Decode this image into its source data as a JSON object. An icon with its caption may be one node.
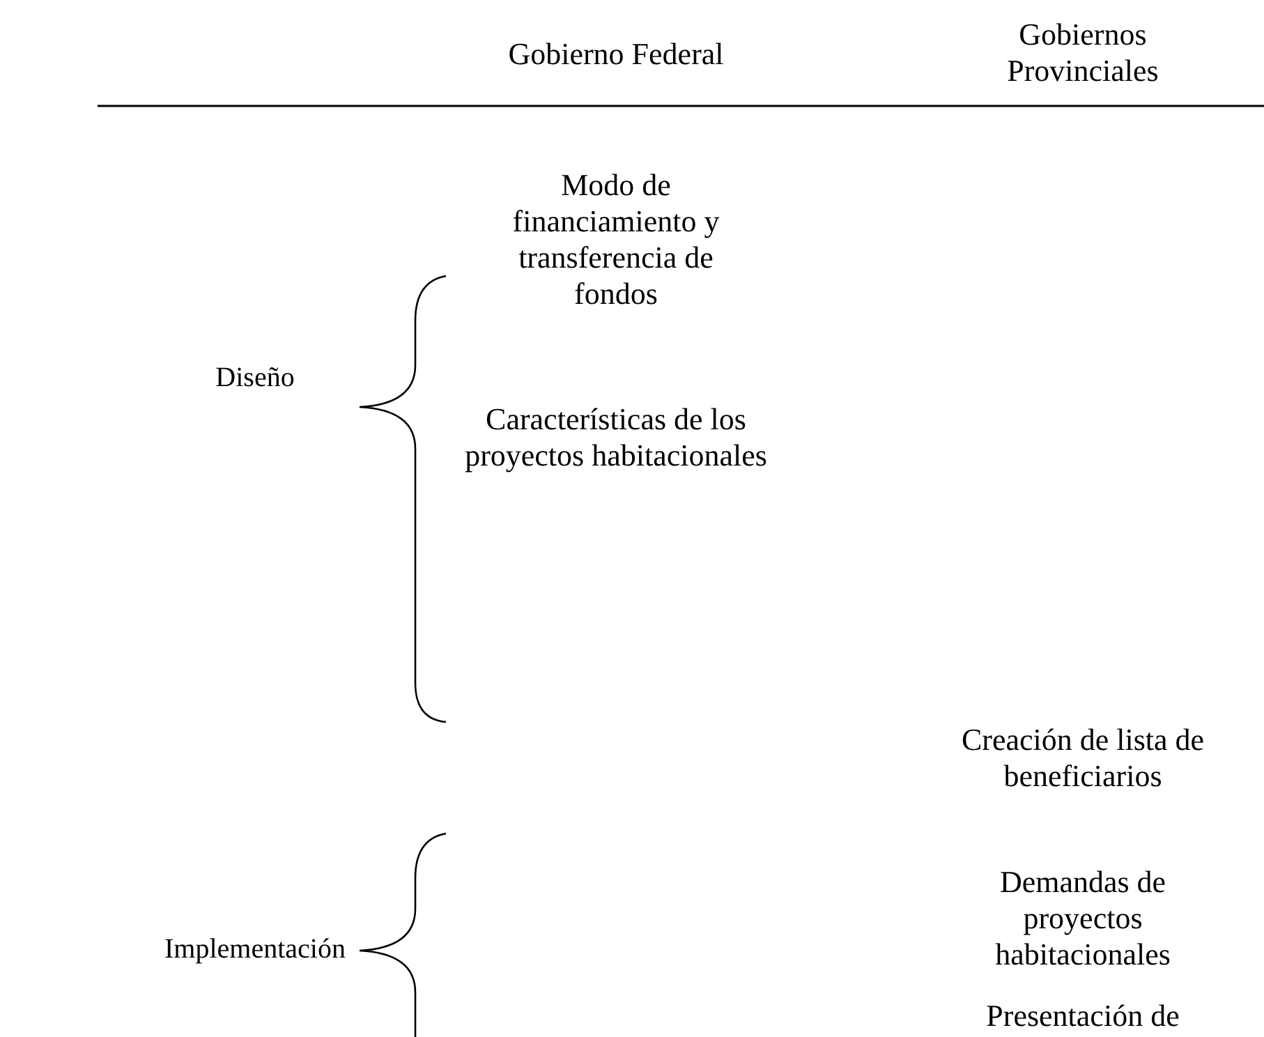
{
  "diagram": {
    "labels": [
      "Gobierno Federal",
      "Gobiernos Provinciales",
      "Modo de financiamiento y transferencia de fondos",
      "Diseño",
      "Características de los proyectos habitacionales",
      "Creación de lista de beneficiarios",
      "Demandas de proyectos habitacionales",
      "Implementación",
      "Presentación de"
    ]
  }
}
